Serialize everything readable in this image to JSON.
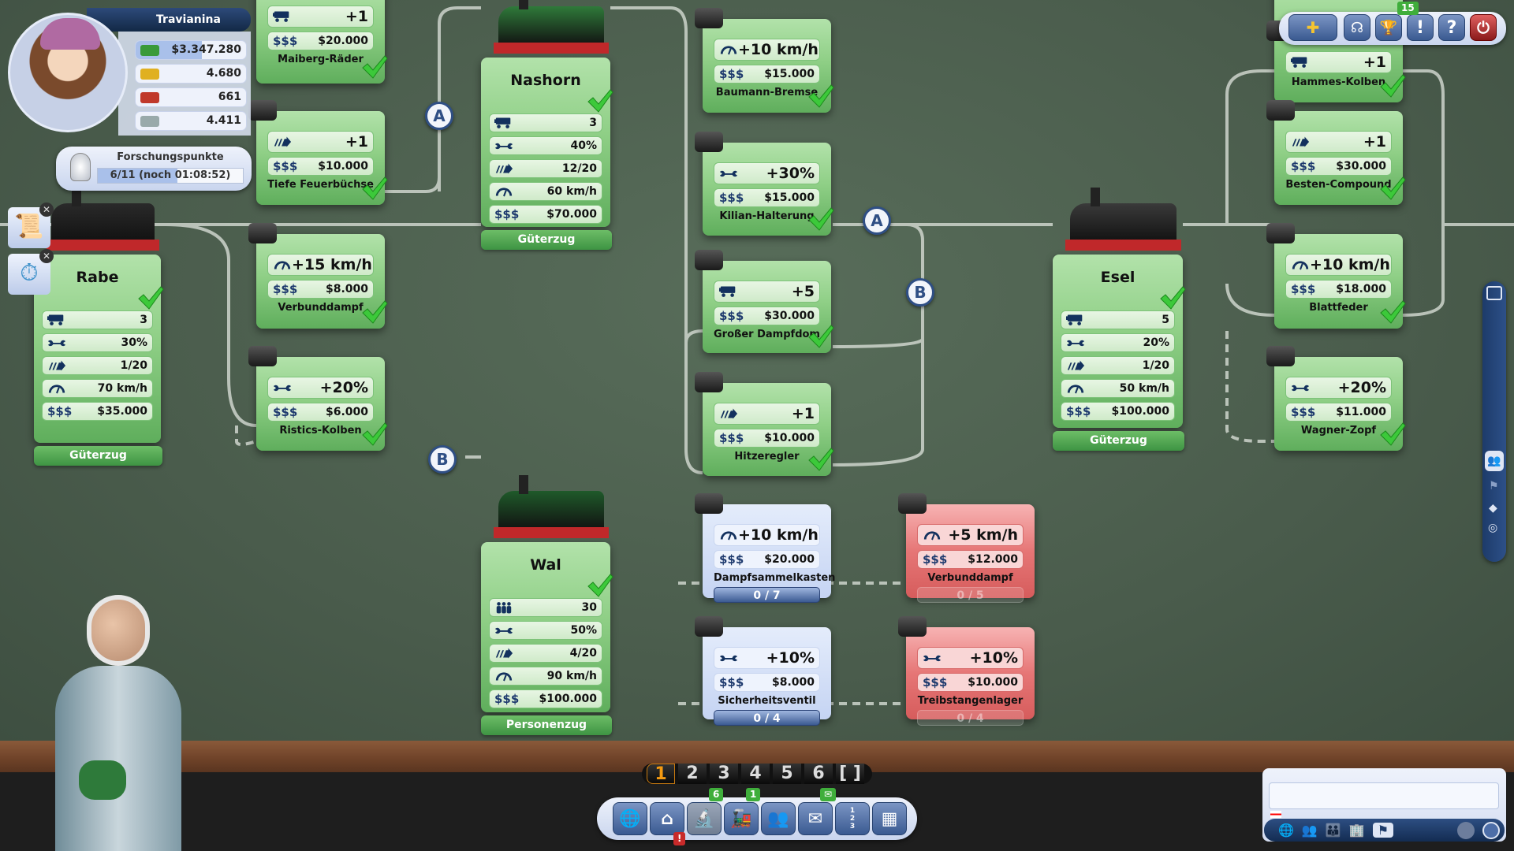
{
  "player": {
    "name": "Travianina",
    "money": "$3.347.280",
    "gold": "4.680",
    "prestige": "661",
    "rank": "4.411",
    "money_fill": 0.6
  },
  "research": {
    "label": "Forschungspunkte",
    "progress": "6/11 (noch 01:08:52)",
    "fill": 0.55
  },
  "currency_label": "$$$",
  "nodes": [
    "A",
    "B",
    "A",
    "B"
  ],
  "locomotives": [
    {
      "name": "Rabe",
      "type": "Güterzug",
      "stats": [
        {
          "icon": "wagon-icon",
          "value": "3"
        },
        {
          "icon": "wrench-icon",
          "value": "30%"
        },
        {
          "icon": "reliability-icon",
          "value": "1/20"
        },
        {
          "icon": "speedometer-icon",
          "value": "70 km/h"
        },
        {
          "icon": "money",
          "value": "$35.000"
        }
      ]
    },
    {
      "name": "Nashorn",
      "type": "Güterzug",
      "stats": [
        {
          "icon": "wagon-icon",
          "value": "3"
        },
        {
          "icon": "wrench-icon",
          "value": "40%"
        },
        {
          "icon": "reliability-icon",
          "value": "12/20"
        },
        {
          "icon": "speedometer-icon",
          "value": "60 km/h"
        },
        {
          "icon": "money",
          "value": "$70.000"
        }
      ]
    },
    {
      "name": "Wal",
      "type": "Personenzug",
      "stats": [
        {
          "icon": "passengers-icon",
          "value": "30"
        },
        {
          "icon": "wrench-icon",
          "value": "50%"
        },
        {
          "icon": "reliability-icon",
          "value": "4/20"
        },
        {
          "icon": "speedometer-icon",
          "value": "90 km/h"
        },
        {
          "icon": "money",
          "value": "$100.000"
        }
      ]
    },
    {
      "name": "Esel",
      "type": "Güterzug",
      "stats": [
        {
          "icon": "wagon-icon",
          "value": "5"
        },
        {
          "icon": "wrench-icon",
          "value": "20%"
        },
        {
          "icon": "reliability-icon",
          "value": "1/20"
        },
        {
          "icon": "speedometer-icon",
          "value": "50 km/h"
        },
        {
          "icon": "money",
          "value": "$100.000"
        }
      ]
    }
  ],
  "upgrades": [
    {
      "name": "Maiberg-Räder",
      "icon": "wagon-icon",
      "bonus": "+1",
      "price": "$20.000",
      "state": "done"
    },
    {
      "name": "Tiefe Feuerbüchse",
      "icon": "reliability-icon",
      "bonus": "+1",
      "price": "$10.000",
      "state": "done"
    },
    {
      "name": "Verbunddampf",
      "icon": "speedometer-icon",
      "bonus": "+15 km/h",
      "price": "$8.000",
      "state": "done"
    },
    {
      "name": "Ristics-Kolben",
      "icon": "wrench-icon",
      "bonus": "+20%",
      "price": "$6.000",
      "state": "done"
    },
    {
      "name": "Baumann-Bremse",
      "icon": "speedometer-icon",
      "bonus": "+10 km/h",
      "price": "$15.000",
      "state": "done"
    },
    {
      "name": "Kilian-Halterung",
      "icon": "wrench-icon",
      "bonus": "+30%",
      "price": "$15.000",
      "state": "done"
    },
    {
      "name": "Großer Dampfdom",
      "icon": "wagon-icon",
      "bonus": "+5",
      "price": "$30.000",
      "state": "done"
    },
    {
      "name": "Hitzeregler",
      "icon": "reliability-icon",
      "bonus": "+1",
      "price": "$10.000",
      "state": "done"
    },
    {
      "name": "Dampfsammelkasten",
      "icon": "speedometer-icon",
      "bonus": "+10 km/h",
      "price": "$20.000",
      "state": "available",
      "progress": "0 / 7"
    },
    {
      "name": "Sicherheitsventil",
      "icon": "wrench-icon",
      "bonus": "+10%",
      "price": "$8.000",
      "state": "available",
      "progress": "0 / 4"
    },
    {
      "name": "Verbunddampf",
      "icon": "speedometer-icon",
      "bonus": "+5 km/h",
      "price": "$12.000",
      "state": "locked",
      "progress": "0 / 5"
    },
    {
      "name": "Treibstangenlager",
      "icon": "wrench-icon",
      "bonus": "+10%",
      "price": "$10.000",
      "state": "locked",
      "progress": "0 / 4"
    },
    {
      "name": "Hammes-Kolben",
      "icon": "wagon-icon",
      "bonus": "+1",
      "price": "",
      "state": "done"
    },
    {
      "name": "Besten-Compound",
      "icon": "reliability-icon",
      "bonus": "+1",
      "price": "$30.000",
      "state": "done"
    },
    {
      "name": "Blattfeder",
      "icon": "speedometer-icon",
      "bonus": "+10 km/h",
      "price": "$18.000",
      "state": "done"
    },
    {
      "name": "Wagner-Zopf",
      "icon": "wrench-icon",
      "bonus": "+20%",
      "price": "$11.000",
      "state": "done"
    }
  ],
  "top_toolbar": {
    "buttons": [
      "gold-plus",
      "support",
      "achievements",
      "news",
      "help",
      "logout"
    ],
    "achievements_badge": "15",
    "labels": {
      "news": "!",
      "help": "?"
    }
  },
  "page_tabs": [
    "1",
    "2",
    "3",
    "4",
    "5",
    "6",
    "[ ]"
  ],
  "active_page": "1",
  "bottom_toolbar": {
    "buttons": [
      "map",
      "depot",
      "research",
      "trains",
      "staff",
      "messages",
      "ranking",
      "statistics"
    ],
    "badges": {
      "research": "6",
      "trains": "1",
      "depot": "!"
    },
    "ranking_lines": [
      "1",
      "2",
      "3"
    ]
  },
  "chat": {
    "input_placeholder": "",
    "tabs": [
      "world",
      "friends",
      "association",
      "company",
      "flag"
    ]
  },
  "colors": {
    "done": "#6ab865",
    "available": "#c5d4f3",
    "locked": "#e67676",
    "accent": "#2f4f85"
  }
}
